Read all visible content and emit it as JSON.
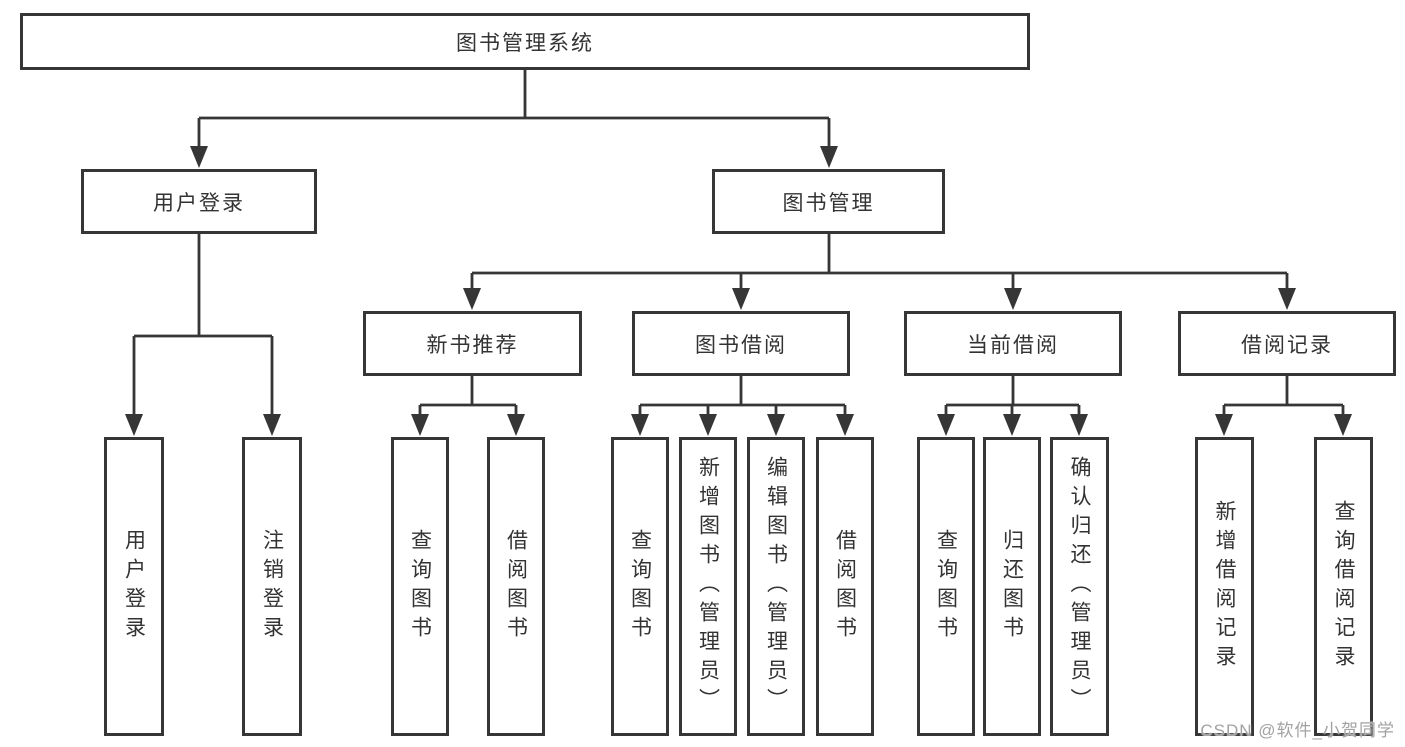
{
  "tree": {
    "label": "图书管理系统",
    "children": [
      {
        "label": "用户登录",
        "children": [
          {
            "label": "用户登录"
          },
          {
            "label": "注销登录"
          }
        ]
      },
      {
        "label": "图书管理",
        "children": [
          {
            "label": "新书推荐",
            "children": [
              {
                "label": "查询图书"
              },
              {
                "label": "借阅图书"
              }
            ]
          },
          {
            "label": "图书借阅",
            "children": [
              {
                "label": "查询图书"
              },
              {
                "label": "新增图书（管理员）"
              },
              {
                "label": "编辑图书（管理员）"
              },
              {
                "label": "借阅图书"
              }
            ]
          },
          {
            "label": "当前借阅",
            "children": [
              {
                "label": "查询图书"
              },
              {
                "label": "归还图书"
              },
              {
                "label": "确认归还（管理员）"
              }
            ]
          },
          {
            "label": "借阅记录",
            "children": [
              {
                "label": "新增借阅记录"
              },
              {
                "label": "查询借阅记录"
              }
            ]
          }
        ]
      }
    ]
  },
  "watermark": "CSDN @软件_小贺同学",
  "colors": {
    "line": "#363636",
    "text": "#333333",
    "background": "#ffffff",
    "watermark": "#a2a2a2"
  }
}
